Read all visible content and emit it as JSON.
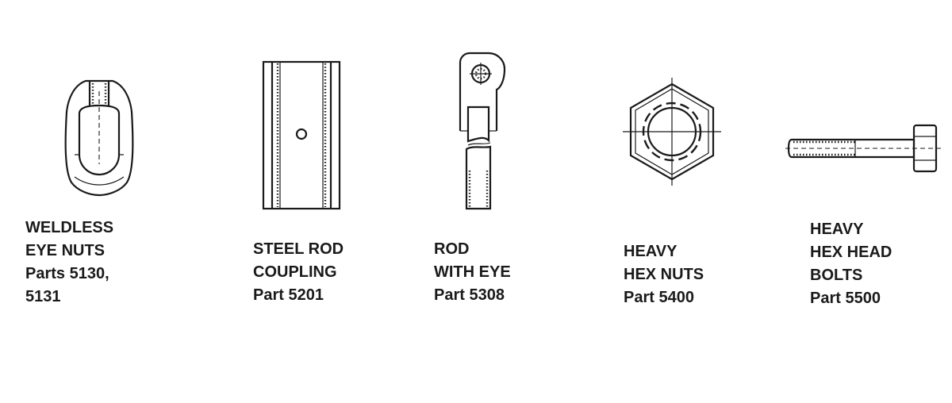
{
  "parts": [
    {
      "name": "weldless-eye-nuts",
      "lines": [
        "WELDLESS",
        "EYE NUTS",
        "Parts 5130,",
        "5131"
      ]
    },
    {
      "name": "steel-rod-coupling",
      "lines": [
        "STEEL ROD",
        "COUPLING",
        "Part 5201"
      ]
    },
    {
      "name": "rod-with-eye",
      "lines": [
        "ROD",
        "WITH EYE",
        "Part 5308"
      ]
    },
    {
      "name": "heavy-hex-nuts",
      "lines": [
        "HEAVY",
        "HEX NUTS",
        "Part 5400"
      ]
    },
    {
      "name": "heavy-hex-head-bolts",
      "lines": [
        "HEAVY",
        "HEX HEAD",
        "BOLTS",
        "Part 5500"
      ]
    }
  ]
}
